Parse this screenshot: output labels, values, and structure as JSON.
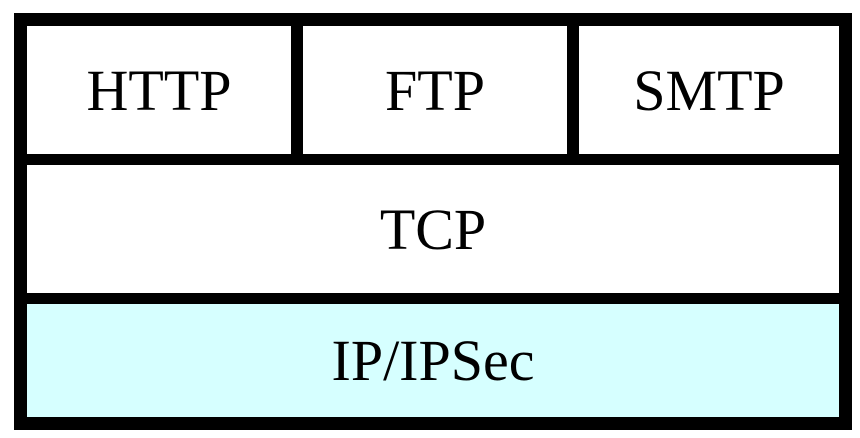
{
  "layers": {
    "application": [
      "HTTP",
      "FTP",
      "SMTP"
    ],
    "transport": "TCP",
    "network": "IP/IPSec"
  },
  "colors": {
    "border": "#000000",
    "layer_fill": "#ffffff",
    "network_fill": "#d6ffff",
    "text": "#000000"
  }
}
